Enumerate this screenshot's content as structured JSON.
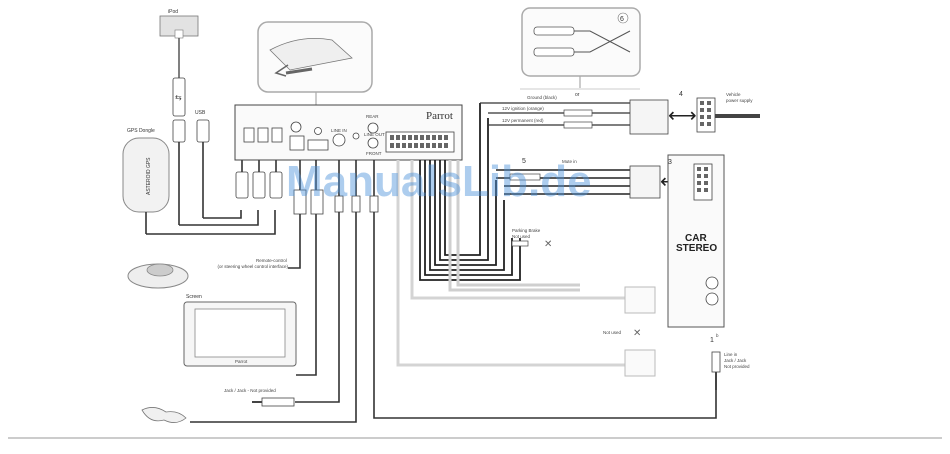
{
  "labels": {
    "ipod": "iPod",
    "usb": "USB",
    "gps_dongle": "GPS Dongle",
    "gps_device_text": "ASTEROID GPS",
    "parrot_brand": "Parrot",
    "line_in": "LINE IN",
    "rear": "REAR",
    "line_out": "LINE OUT",
    "front": "FRONT",
    "ground": "Ground (black)",
    "ignition": "12V ignition (orange)",
    "permanent": "12V permanent (red)",
    "mute": "Mute in",
    "vehicle_power": "Vehicle\npower supply",
    "car_stereo_1": "CAR",
    "car_stereo_2": "STEREO",
    "parking_brake": "Parking Brake\nNot used",
    "remote_control": "Remote-control\n(or steering wheel control interface)",
    "screen": "Screen",
    "screen_brand": "Parrot",
    "jack_not_provided": "Jack / Jack - Not provided",
    "not_used": "Not used",
    "line_in_jack": "Line in\nJack / Jack\nNot provided",
    "or": "or",
    "num_1": "1",
    "num_1b": "b",
    "num_3": "3",
    "num_4": "4",
    "num_5": "5",
    "num_6": "6",
    "watermark": "ManualsLib.de"
  }
}
